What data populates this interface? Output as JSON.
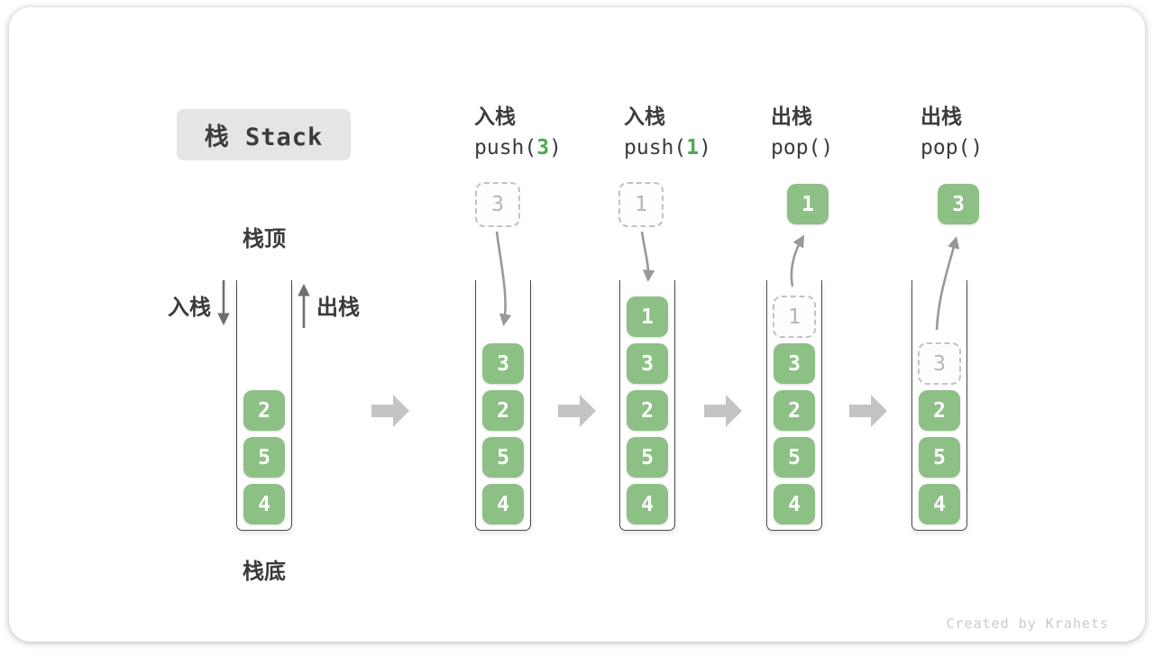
{
  "title": "栈 Stack",
  "watermark": "Created by Krahets",
  "side_labels": {
    "stack_top": "栈顶",
    "stack_bottom": "栈底",
    "push_in": "入栈",
    "pop_out": "出栈"
  },
  "colors": {
    "cell_green": "#8cc084",
    "code_arg_green": "#4fa74f",
    "title_bg": "#e5e5e5",
    "text_dark": "#3c3c3c",
    "dashed_border": "#c2c2c2",
    "dashed_text": "#b5b5b5",
    "curve_arrow_gray": "#999999",
    "straight_arrow_gray": "#6e6e6e",
    "block_arrow_gray": "#c4c4c4",
    "watermark_gray": "#cbcbcb"
  },
  "operations": [
    {
      "name": "入栈",
      "code_pre": "push(",
      "arg": "3",
      "code_post": ")"
    },
    {
      "name": "入栈",
      "code_pre": "push(",
      "arg": "1",
      "code_post": ")"
    },
    {
      "name": "出栈",
      "code_pre": "pop(",
      "arg": "",
      "code_post": ")"
    },
    {
      "name": "出栈",
      "code_pre": "pop(",
      "arg": "",
      "code_post": ")"
    }
  ],
  "floating_values": [
    {
      "value": "3",
      "variant": "dashed"
    },
    {
      "value": "1",
      "variant": "dashed"
    },
    {
      "value": "1",
      "variant": "solid"
    },
    {
      "value": "3",
      "variant": "solid"
    }
  ],
  "stacks": [
    {
      "cells": [
        {
          "v": "2"
        },
        {
          "v": "5"
        },
        {
          "v": "4"
        }
      ]
    },
    {
      "cells": [
        {
          "v": "3"
        },
        {
          "v": "2"
        },
        {
          "v": "5"
        },
        {
          "v": "4"
        }
      ]
    },
    {
      "cells": [
        {
          "v": "1"
        },
        {
          "v": "3"
        },
        {
          "v": "2"
        },
        {
          "v": "5"
        },
        {
          "v": "4"
        }
      ]
    },
    {
      "cells": [
        {
          "v": "1",
          "variant": "dashed"
        },
        {
          "v": "3"
        },
        {
          "v": "2"
        },
        {
          "v": "5"
        },
        {
          "v": "4"
        }
      ]
    },
    {
      "cells": [
        {
          "v": "3",
          "variant": "dashed"
        },
        {
          "v": "2"
        },
        {
          "v": "5"
        },
        {
          "v": "4"
        }
      ]
    }
  ]
}
